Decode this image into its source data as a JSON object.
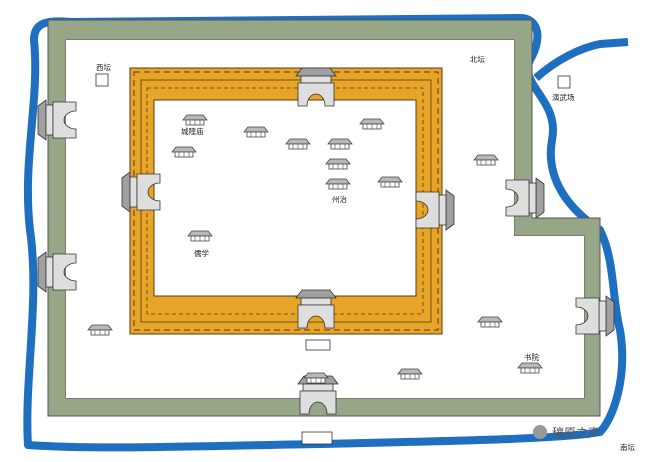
{
  "map": {
    "labels": {
      "west_altar": "西坛",
      "north_altar": "北坛",
      "drill_ground": "演武场",
      "city_god_temple": "城隍庙",
      "prefecture_office": "州治",
      "confucian_school": "儒学",
      "academy": "书院",
      "south_altar": "南坛"
    },
    "watermark": "穰原之声",
    "colors": {
      "river": "#1e6fc0",
      "outer_wall": "#98a688",
      "inner_wall": "#e6a528",
      "gate_roof": "#9c9c9c"
    }
  }
}
